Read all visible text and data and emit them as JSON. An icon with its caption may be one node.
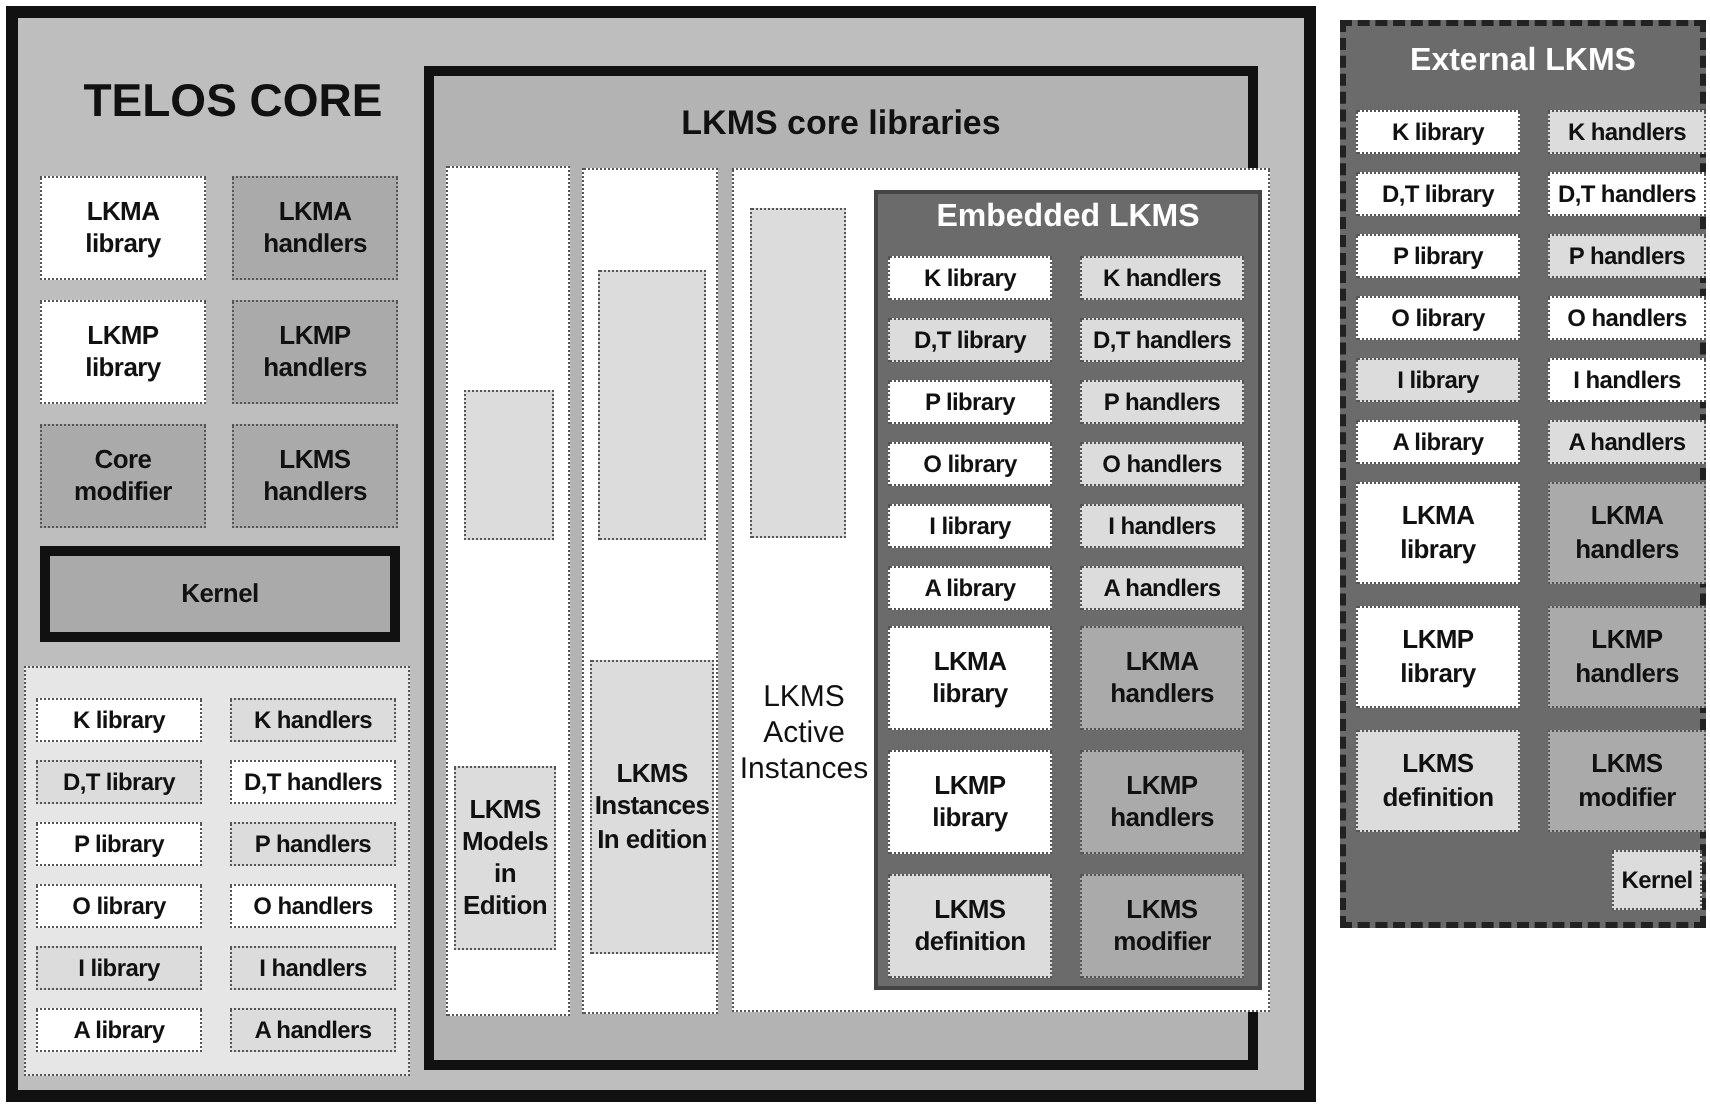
{
  "diagram": {
    "nodes": [
      {
        "text": [
          "TELOS CORE"
        ]
      },
      {
        "text": [
          "LKMA library"
        ],
        "in": 0
      },
      {
        "text": [
          "LKMA handlers"
        ],
        "in": 0
      },
      {
        "text": [
          "LKMP library"
        ],
        "in": 0
      },
      {
        "text": [
          "LKMP handlers"
        ],
        "in": 0
      },
      {
        "text": [
          "Core modifier"
        ],
        "in": 0
      },
      {
        "text": [
          "LKMS handlers"
        ],
        "in": 0
      },
      {
        "text": [
          "Kernel"
        ],
        "in": 0
      },
      {
        "text": [],
        "shape": "box",
        "in": 0
      },
      {
        "text": [
          "K library"
        ],
        "in": 8
      },
      {
        "text": [
          "K handlers"
        ],
        "in": 8
      },
      {
        "text": [
          "D,T library"
        ],
        "in": 8
      },
      {
        "text": [
          "D,T handlers"
        ],
        "in": 8
      },
      {
        "text": [
          "P library"
        ],
        "in": 8
      },
      {
        "text": [
          "P handlers"
        ],
        "in": 8
      },
      {
        "text": [
          "O library"
        ],
        "in": 8
      },
      {
        "text": [
          "O handlers"
        ],
        "in": 8
      },
      {
        "text": [
          "I library"
        ],
        "in": 8
      },
      {
        "text": [
          "I handlers"
        ],
        "in": 8
      },
      {
        "text": [
          "A library"
        ],
        "in": 8
      },
      {
        "text": [
          "A handlers"
        ],
        "in": 8
      },
      {
        "text": [
          "LKMS core libraries"
        ],
        "in": 0
      },
      {
        "text": [],
        "shape": "box",
        "in": 21
      },
      {
        "text": [],
        "shape": "box",
        "in": 22
      },
      {
        "text": [
          "LKMS Models in Edition"
        ],
        "in": 22
      },
      {
        "text": [],
        "shape": "box",
        "in": 21
      },
      {
        "text": [],
        "shape": "box",
        "in": 25
      },
      {
        "text": [
          "LKMS Instances In edition"
        ],
        "in": 25
      },
      {
        "text": [
          "LKMS Active Instances"
        ],
        "in": 21
      },
      {
        "text": [],
        "shape": "box",
        "in": 28
      },
      {
        "text": [
          "Embedded LKMS"
        ],
        "in": 28
      },
      {
        "text": [
          "K library"
        ],
        "in": 30
      },
      {
        "text": [
          "K handlers"
        ],
        "in": 30
      },
      {
        "text": [
          "D,T library"
        ],
        "in": 30
      },
      {
        "text": [
          "D,T handlers"
        ],
        "in": 30
      },
      {
        "text": [
          "P library"
        ],
        "in": 30
      },
      {
        "text": [
          "P handlers"
        ],
        "in": 30
      },
      {
        "text": [
          "O library"
        ],
        "in": 30
      },
      {
        "text": [
          "O handlers"
        ],
        "in": 30
      },
      {
        "text": [
          "I library"
        ],
        "in": 30
      },
      {
        "text": [
          "I handlers"
        ],
        "in": 30
      },
      {
        "text": [
          "A library"
        ],
        "in": 30
      },
      {
        "text": [
          "A handlers"
        ],
        "in": 30
      },
      {
        "text": [
          "LKMA library"
        ],
        "in": 30
      },
      {
        "text": [
          "LKMA handlers"
        ],
        "in": 30
      },
      {
        "text": [
          "LKMP library"
        ],
        "in": 30
      },
      {
        "text": [
          "LKMP handlers"
        ],
        "in": 30
      },
      {
        "text": [
          "LKMS definition"
        ],
        "in": 30
      },
      {
        "text": [
          "LKMS modifier"
        ],
        "in": 30
      },
      {
        "text": [
          "External LKMS"
        ]
      },
      {
        "text": [
          "K library"
        ],
        "in": 49
      },
      {
        "text": [
          "K handlers"
        ],
        "in": 49
      },
      {
        "text": [
          "D,T library"
        ],
        "in": 49
      },
      {
        "text": [
          "D,T handlers"
        ],
        "in": 49
      },
      {
        "text": [
          "P library"
        ],
        "in": 49
      },
      {
        "text": [
          "P handlers"
        ],
        "in": 49
      },
      {
        "text": [
          "O library"
        ],
        "in": 49
      },
      {
        "text": [
          "O handlers"
        ],
        "in": 49
      },
      {
        "text": [
          "I library"
        ],
        "in": 49
      },
      {
        "text": [
          "I handlers"
        ],
        "in": 49
      },
      {
        "text": [
          "A library"
        ],
        "in": 49
      },
      {
        "text": [
          "A handlers"
        ],
        "in": 49
      },
      {
        "text": [
          "LKMA library"
        ],
        "in": 49
      },
      {
        "text": [
          "LKMA handlers"
        ],
        "in": 49
      },
      {
        "text": [
          "LKMP library"
        ],
        "in": 49
      },
      {
        "text": [
          "LKMP handlers"
        ],
        "in": 49
      },
      {
        "text": [
          "LKMS definition"
        ],
        "in": 49
      },
      {
        "text": [
          "LKMS modifier"
        ],
        "in": 49
      },
      {
        "text": [
          "Kernel"
        ],
        "in": 49
      }
    ]
  }
}
